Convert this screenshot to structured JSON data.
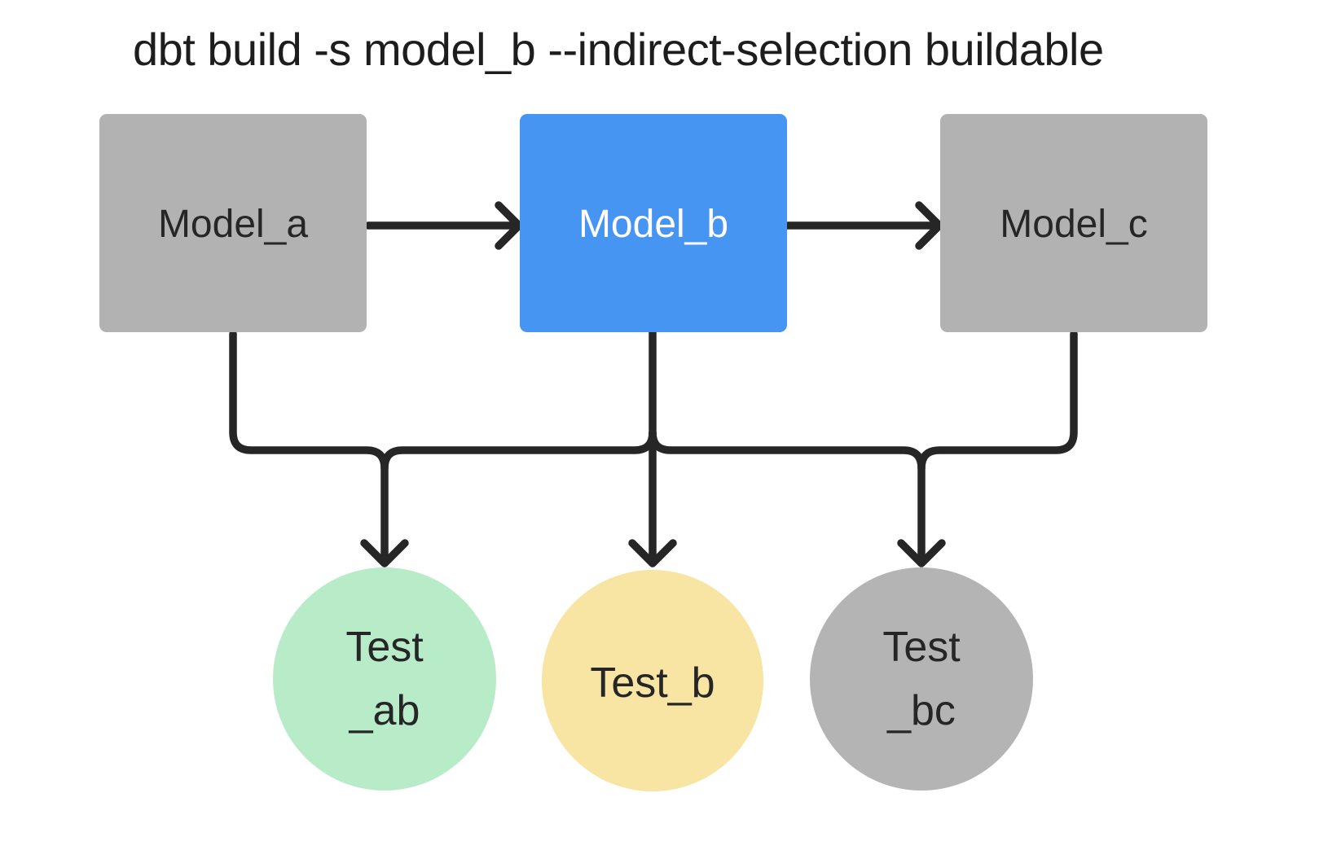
{
  "title": "dbt build -s model_b --indirect-selection buildable",
  "colors": {
    "background": "#ffffff",
    "line": "#262626",
    "title_text": "#1d1d1d"
  },
  "nodes": {
    "model_a": {
      "label": "Model_a",
      "shape": "rect",
      "fill": "#b2b2b2",
      "text_color": "#262626"
    },
    "model_b": {
      "label": "Model_b",
      "shape": "rect",
      "fill": "#4795f2",
      "text_color": "#ffffff"
    },
    "model_c": {
      "label": "Model_c",
      "shape": "rect",
      "fill": "#b2b2b2",
      "text_color": "#262626"
    },
    "test_ab": {
      "label_lines": [
        "Test",
        "_ab"
      ],
      "shape": "circle",
      "fill": "#b8ecc8",
      "text_color": "#262626"
    },
    "test_b": {
      "label_lines": [
        "Test_b"
      ],
      "shape": "circle",
      "fill": "#f8e4a3",
      "text_color": "#262626"
    },
    "test_bc": {
      "label_lines": [
        "Test",
        "_bc"
      ],
      "shape": "circle",
      "fill": "#b4b4b4",
      "text_color": "#262626"
    }
  },
  "edges": [
    {
      "from": "model_a",
      "to": "model_b"
    },
    {
      "from": "model_b",
      "to": "model_c"
    },
    {
      "from": "model_a",
      "to": "test_ab"
    },
    {
      "from": "model_b",
      "to": "test_ab"
    },
    {
      "from": "model_b",
      "to": "test_b"
    },
    {
      "from": "model_b",
      "to": "test_bc"
    },
    {
      "from": "model_c",
      "to": "test_bc"
    }
  ]
}
